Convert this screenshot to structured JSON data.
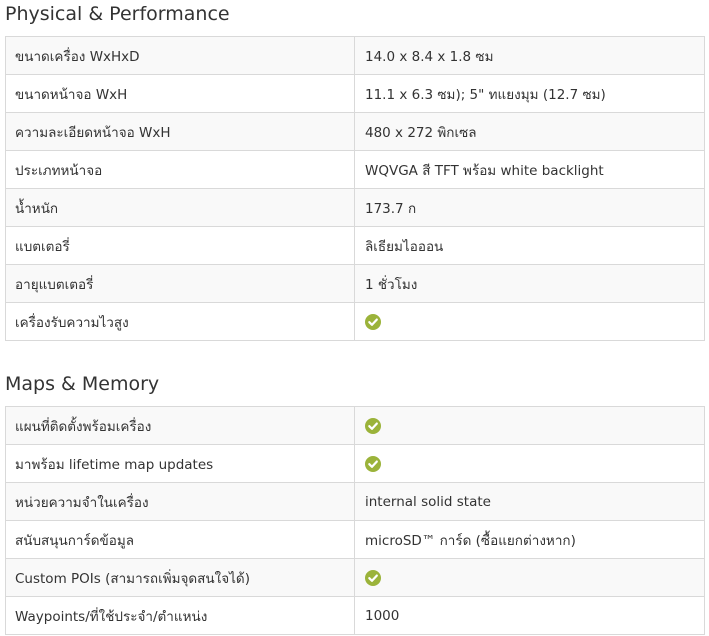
{
  "sections": [
    {
      "title": "Physical & Performance",
      "rows": [
        {
          "label": "ขนาดเครื่อง WxHxD",
          "value": "14.0 x 8.4 x 1.8 ซม",
          "check": false
        },
        {
          "label": "ขนาดหน้าจอ WxH",
          "value": "11.1 x 6.3 ซม); 5\" ทแยงมุม (12.7 ซม)",
          "check": false
        },
        {
          "label": "ความละเอียดหน้าจอ WxH",
          "value": "480 x 272 พิกเซล",
          "check": false
        },
        {
          "label": "ประเภทหน้าจอ",
          "value": "WQVGA สี TFT พร้อม white backlight",
          "check": false
        },
        {
          "label": "น้ำหนัก",
          "value": "173.7 ก",
          "check": false
        },
        {
          "label": "แบตเตอรี่",
          "value": "ลิเธียมไอออน",
          "check": false
        },
        {
          "label": "อายุแบตเตอรี่",
          "value": "1 ชั่วโมง",
          "check": false
        },
        {
          "label": "เครื่องรับความไวสูง",
          "value": "",
          "check": true
        }
      ]
    },
    {
      "title": "Maps & Memory",
      "rows": [
        {
          "label": "แผนที่ติดตั้งพร้อมเครื่อง",
          "value": "",
          "check": true
        },
        {
          "label": "มาพร้อม lifetime map updates",
          "value": "",
          "check": true
        },
        {
          "label": "หน่วยความจำในเครื่อง",
          "value": "internal solid state",
          "check": false
        },
        {
          "label": "สนับสนุนการ์ดข้อมูล",
          "value": "microSD™ การ์ด (ซื้อแยกต่างหาก)",
          "check": false
        },
        {
          "label": "Custom POIs (สามารถเพิ่มจุดสนใจได้)",
          "value": "",
          "check": true
        },
        {
          "label": "Waypoints/ที่ใช้ประจำ/ตำแหน่ง",
          "value": "1000",
          "check": false
        }
      ]
    }
  ],
  "colors": {
    "check": "#9bb33a",
    "border": "#d9d9d9",
    "stripe": "#f9f9f9"
  },
  "icons": {
    "check": "check-circle-icon"
  }
}
